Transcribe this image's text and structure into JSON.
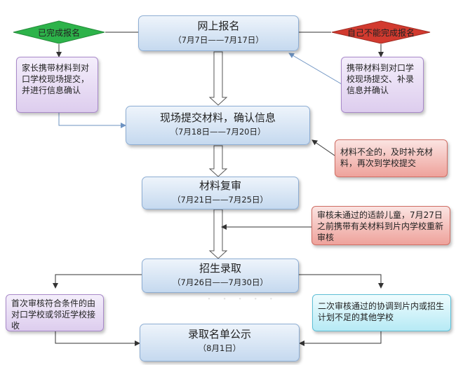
{
  "steps": [
    {
      "title": "网上报名",
      "date": "（7月7日——7月17日）"
    },
    {
      "title": "现场提交材料，确认信息",
      "date": "（7月18日——7月20日）"
    },
    {
      "title": "材料复审",
      "date": "（7月21日——7月25日）"
    },
    {
      "title": "招生录取",
      "date": "（7月26日——7月30日）"
    },
    {
      "title": "录取名单公示",
      "date": "（8月1日）"
    }
  ],
  "decisions": {
    "done": "已完成报名",
    "cannot": "自己不能完成报名"
  },
  "notes": {
    "parent_confirm": "家长携带材料到对口学校现场提交，并进行信息确认",
    "carry_materials": "携带材料到对口学校现场提交、补录信息并确认",
    "incomplete": "材料不全的，及时补充材料，再次到学校提交",
    "not_passed": "审核未通过的适龄儿童，7月27日之前携带有关材料到片内学校重新审核",
    "first_pass": "首次审核符合条件的由对口学校或邻近学校接收",
    "second_pass": "二次审核通过的协调到片内或招生计划不足的其他学校"
  },
  "colors": {
    "step_fill": "#c5d9ef",
    "decision_green": "#2db34a",
    "decision_red": "#d23a2f",
    "note_purple": "#ddcdee",
    "note_red": "#eea29b",
    "note_cyan": "#b6eaf5"
  }
}
